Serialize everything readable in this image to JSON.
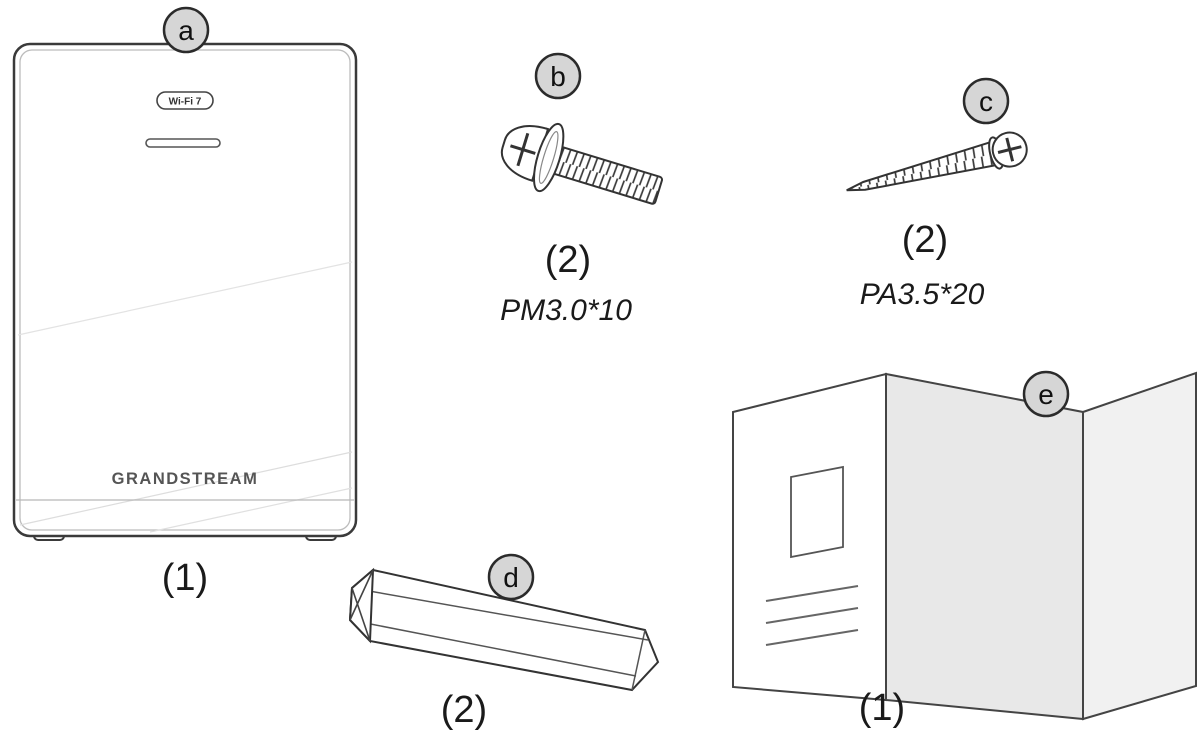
{
  "device": {
    "badge": "Wi-Fi 7",
    "brand": "GRANDSTREAM"
  },
  "labels": {
    "a": {
      "letter": "a",
      "qty": "(1)"
    },
    "b": {
      "letter": "b",
      "qty": "(2)",
      "part": "PM3.0*10"
    },
    "c": {
      "letter": "c",
      "qty": "(2)",
      "part": "PA3.5*20"
    },
    "d": {
      "letter": "d",
      "qty": "(2)"
    },
    "e": {
      "letter": "e",
      "qty": "(1)"
    }
  }
}
